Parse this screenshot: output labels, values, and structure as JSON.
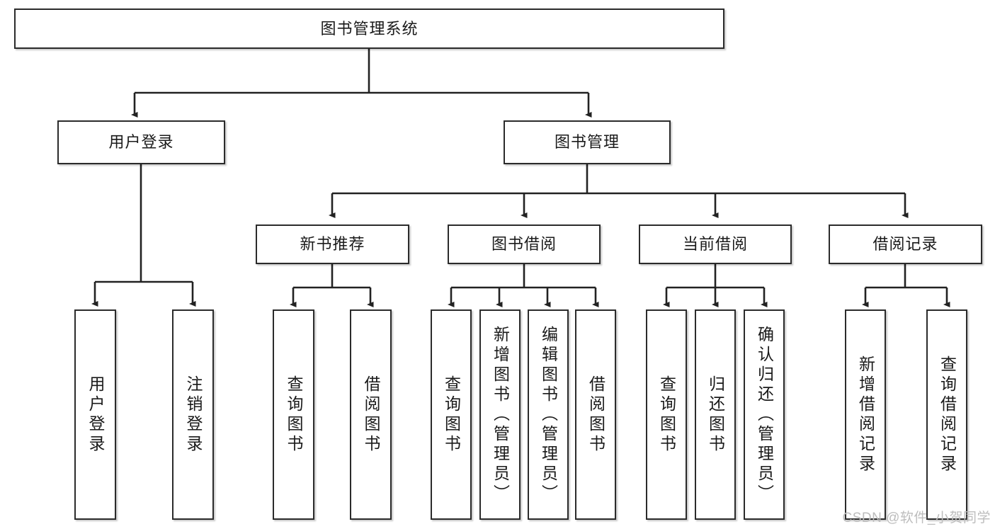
{
  "diagram": {
    "title_node": "图书管理系统",
    "watermark": "CSDN @软件_小贺同学",
    "colors": {
      "box_border": "#2b2b2b",
      "box_fill": "#ffffff",
      "edge": "#222222",
      "text": "#1a1a1a",
      "watermark": "#bdbdbd",
      "background": "#ffffff"
    },
    "levels": {
      "level1": [
        "图书管理系统"
      ],
      "level2": [
        "用户登录",
        "图书管理"
      ],
      "level3": [
        "新书推荐",
        "图书借阅",
        "当前借阅",
        "借阅记录"
      ],
      "level4": [
        "用户登录",
        "注销登录",
        "查询图书",
        "借阅图书",
        "查询图书",
        "新增图书（管理员）",
        "编辑图书（管理员）",
        "借阅图书",
        "查询图书",
        "归还图书",
        "确认归还（管理员）",
        "新增借阅记录",
        "查询借阅记录"
      ]
    },
    "nodes": {
      "root": {
        "label": "图书管理系统"
      },
      "user_login": {
        "label": "用户登录"
      },
      "book_manage": {
        "label": "图书管理"
      },
      "new_book_rec": {
        "label": "新书推荐"
      },
      "book_borrow": {
        "label": "图书借阅"
      },
      "current_borrow": {
        "label": "当前借阅"
      },
      "borrow_record": {
        "label": "借阅记录"
      },
      "leaf_user_login": {
        "label": "用户登录"
      },
      "leaf_user_logout": {
        "label": "注销登录"
      },
      "leaf_rec_query": {
        "label": "查询图书"
      },
      "leaf_rec_borrow": {
        "label": "借阅图书"
      },
      "leaf_borrow_query": {
        "label": "查询图书"
      },
      "leaf_borrow_add": {
        "label": "新增图书（管理员）"
      },
      "leaf_borrow_edit": {
        "label": "编辑图书（管理员）"
      },
      "leaf_borrow_lend": {
        "label": "借阅图书"
      },
      "leaf_cur_query": {
        "label": "查询图书"
      },
      "leaf_cur_return": {
        "label": "归还图书"
      },
      "leaf_cur_confirm": {
        "label": "确认归还（管理员）"
      },
      "leaf_rec_add": {
        "label": "新增借阅记录"
      },
      "leaf_rec_query2": {
        "label": "查询借阅记录"
      }
    }
  }
}
